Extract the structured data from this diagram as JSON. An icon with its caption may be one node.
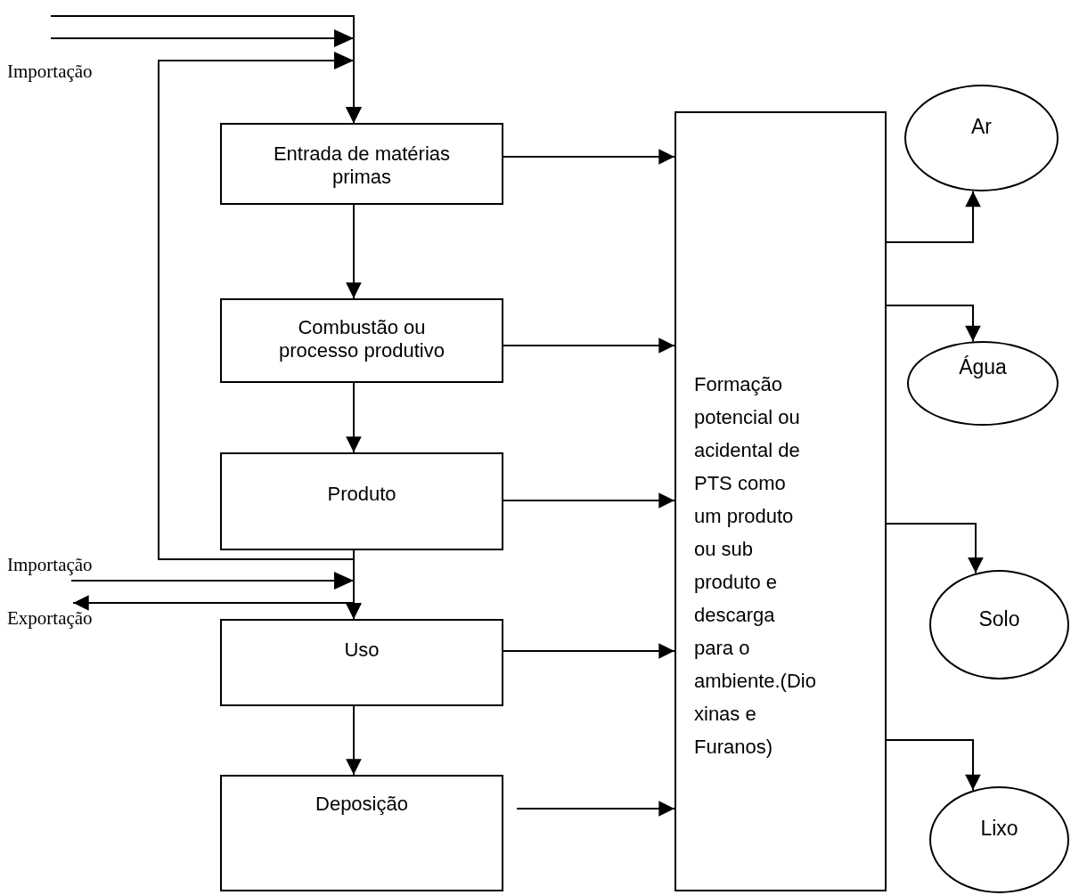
{
  "diagram": {
    "nodes": [
      {
        "text": [
          "Entrada de matérias primas"
        ]
      },
      {
        "text": [
          "Combustão ou processo produtivo"
        ]
      },
      {
        "text": [
          "Produto"
        ]
      },
      {
        "text": [
          "Uso"
        ]
      },
      {
        "text": [
          "Deposição"
        ]
      },
      {
        "text": [
          "Formação potencial ou acidental de PTS como um produto ou sub produto e descarga para o ambiente.(Dio xinas e Furanos)"
        ]
      },
      {
        "text": [
          "Ar"
        ]
      },
      {
        "text": [
          "Água"
        ]
      },
      {
        "text": [
          "Solo"
        ]
      },
      {
        "text": [
          "Lixo"
        ]
      },
      {
        "text": [
          "Importação"
        ]
      },
      {
        "text": [
          "Exportação"
        ]
      }
    ],
    "edges": [
      {
        "from": null,
        "to": 0,
        "arrow": "to"
      },
      {
        "from": null,
        "to": 0,
        "arrow": "to"
      },
      {
        "from": 2,
        "to": 0,
        "arrow": "to"
      },
      {
        "from": 10,
        "to": 3,
        "arrow": "to"
      },
      {
        "from": 2,
        "to": 11,
        "arrow": "to"
      },
      {
        "from": 0,
        "to": 1,
        "arrow": "to"
      },
      {
        "from": 1,
        "to": 2,
        "arrow": "to"
      },
      {
        "from": 2,
        "to": 3,
        "arrow": "to"
      },
      {
        "from": 3,
        "to": 4,
        "arrow": "to"
      },
      {
        "from": 0,
        "to": 5,
        "arrow": "to"
      },
      {
        "from": 1,
        "to": 5,
        "arrow": "to"
      },
      {
        "from": 2,
        "to": 5,
        "arrow": "to"
      },
      {
        "from": 3,
        "to": 5,
        "arrow": "to"
      },
      {
        "from": 4,
        "to": 5,
        "arrow": "to"
      },
      {
        "from": 5,
        "to": 6,
        "arrow": "to"
      },
      {
        "from": 5,
        "to": 7,
        "arrow": "to"
      },
      {
        "from": 5,
        "to": 8,
        "arrow": "to"
      },
      {
        "from": 5,
        "to": 9,
        "arrow": "to"
      }
    ],
    "labels": [
      "Importação"
    ]
  }
}
